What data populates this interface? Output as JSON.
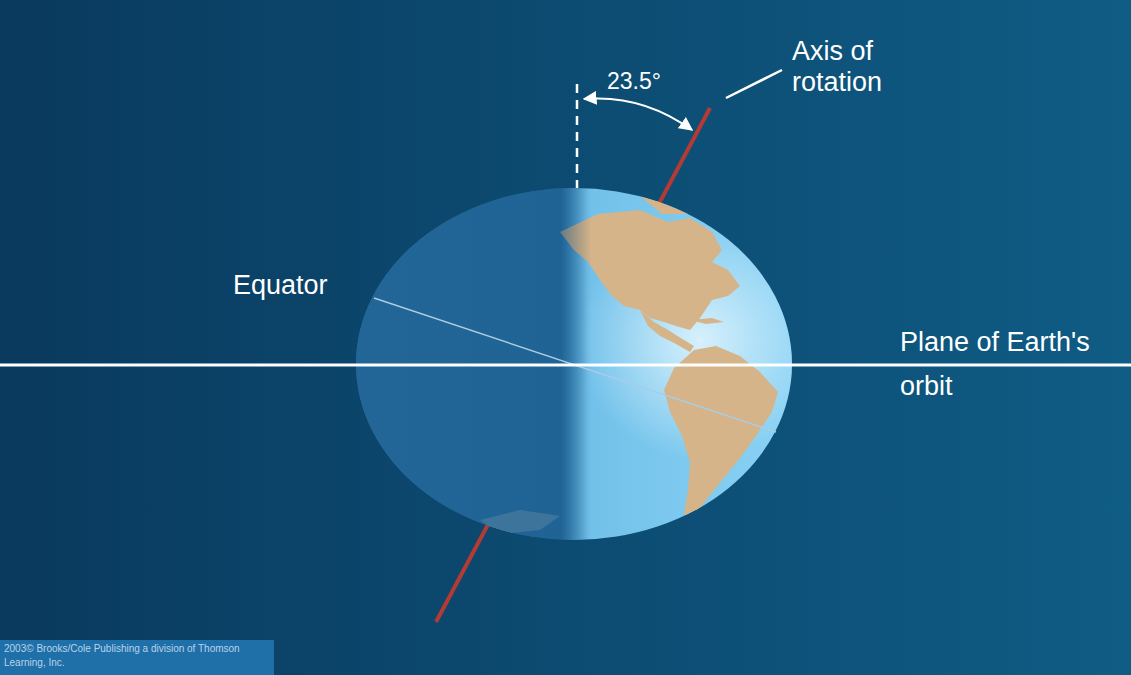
{
  "diagram": {
    "labels": [
      "23.5°",
      "Axis of rotation",
      "Equator",
      "Plane of Earth's orbit",
      "2003© Brooks/Cole Publishing a division of Thomson Learning, Inc."
    ]
  }
}
